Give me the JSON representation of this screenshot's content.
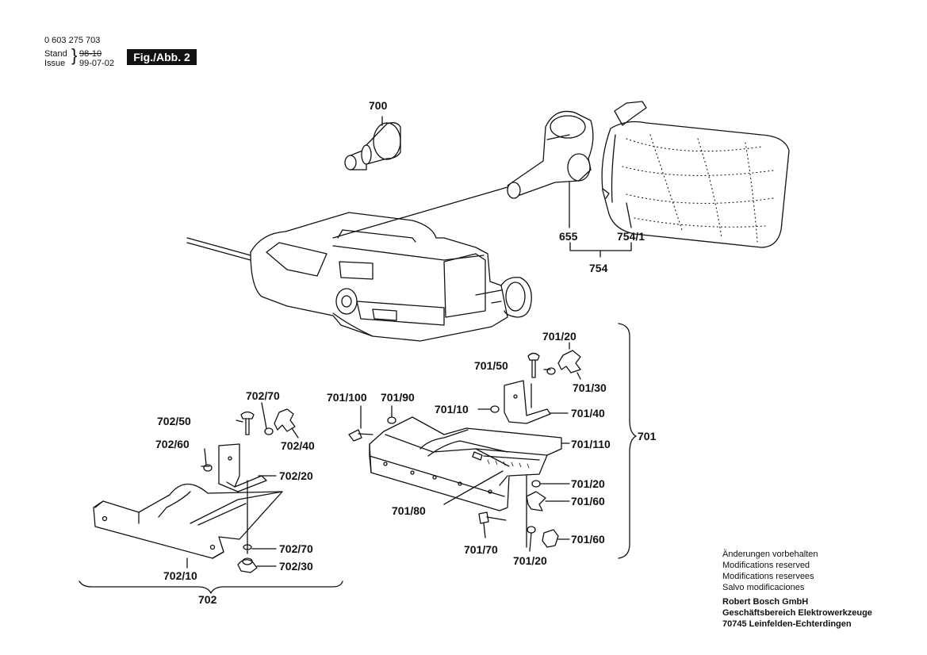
{
  "header": {
    "part_number": "0 603 275 703",
    "stand_label": "Stand",
    "issue_label": "Issue",
    "stand_date": "98-10",
    "issue_date": "99-07-02",
    "figure_label": "Fig./Abb. 2"
  },
  "parts": {
    "p700": "700",
    "p655": "655",
    "p754_1": "754/1",
    "p754": "754",
    "p701_20a": "701/20",
    "p701_50": "701/50",
    "p701_30": "701/30",
    "p701_100": "701/100",
    "p701_90": "701/90",
    "p701_10": "701/10",
    "p701_40": "701/40",
    "p701_110": "701/110",
    "p701": "701",
    "p701_20b": "701/20",
    "p701_60a": "701/60",
    "p701_80": "701/80",
    "p701_70": "701/70",
    "p701_60b": "701/60",
    "p701_20c": "701/20",
    "p702_70a": "702/70",
    "p702_50": "702/50",
    "p702_40": "702/40",
    "p702_60": "702/60",
    "p702_20": "702/20",
    "p702_70b": "702/70",
    "p702_10": "702/10",
    "p702_30": "702/30",
    "p702": "702"
  },
  "notes": {
    "line1": "Änderungen vorbehalten",
    "line2": "Modifications reserved",
    "line3": "Modifications reservees",
    "line4": "Salvo modificaciones",
    "company": "Robert Bosch GmbH",
    "division": "Geschäftsbereich Elektrowerkzeuge",
    "address": "70745 Leinfelden-Echterdingen"
  }
}
